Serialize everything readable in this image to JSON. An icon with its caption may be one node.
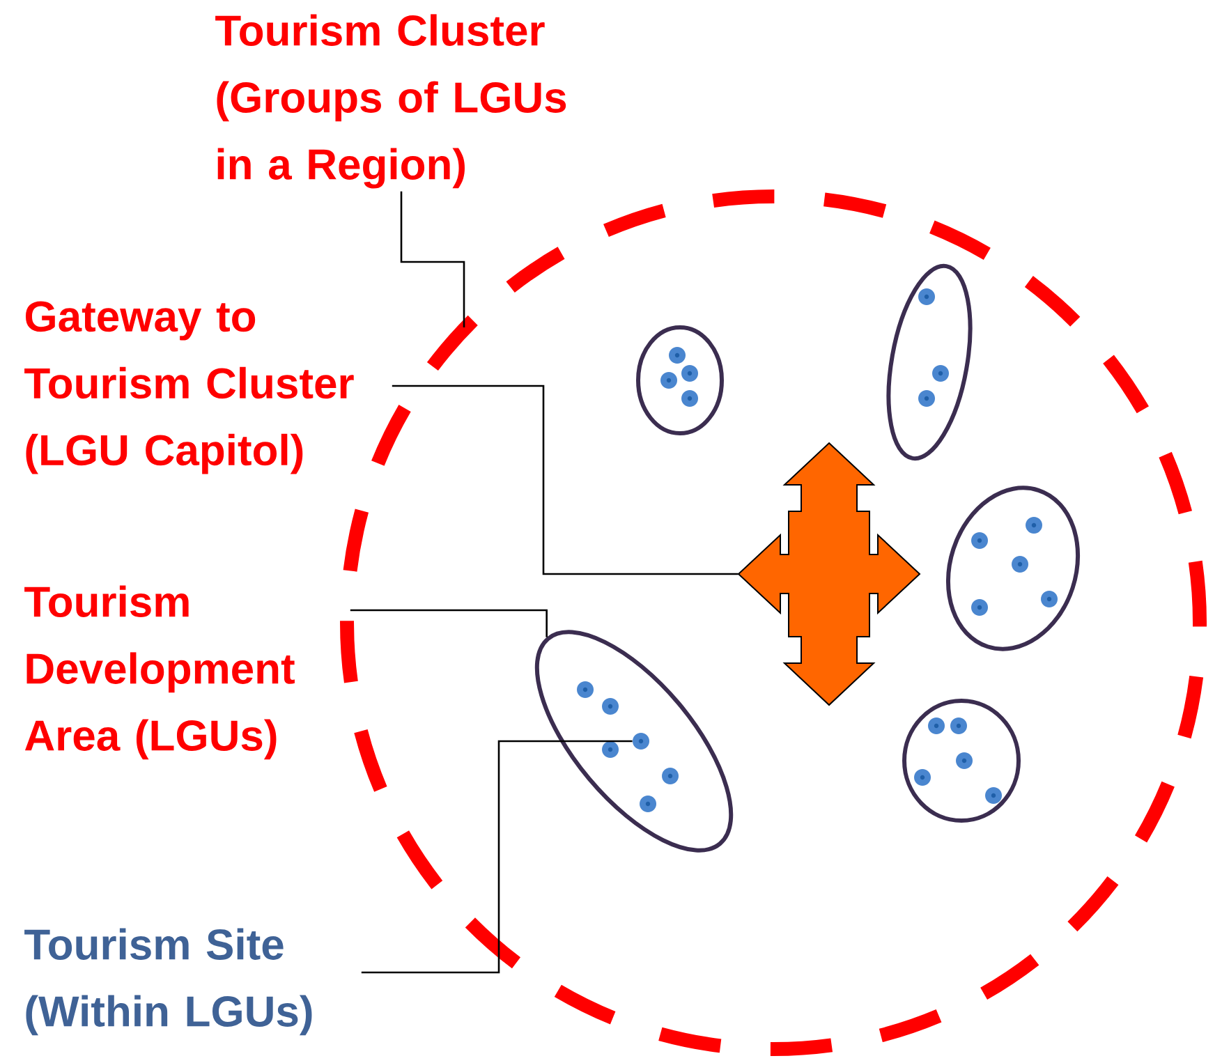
{
  "diagram": {
    "nodes": [
      {
        "text": [
          "Tourism Cluster (Groups of LGUs in a Region)"
        ]
      },
      {
        "text": [
          "Gateway to Tourism Cluster (LGU Capitol)"
        ]
      },
      {
        "text": [
          "Tourism Development Area (LGUs)"
        ]
      },
      {
        "text": [
          "Tourism Site (Within LGUs)"
        ]
      },
      {
        "text": [],
        "shape": "circle"
      },
      {
        "text": [],
        "shape": "cross",
        "in": 4
      },
      {
        "text": [],
        "shape": "ellipse",
        "in": 4
      },
      {
        "text": [],
        "shape": "ellipse",
        "in": 4
      },
      {
        "text": [],
        "shape": "ellipse",
        "in": 4
      },
      {
        "text": [],
        "shape": "ellipse",
        "in": 4
      },
      {
        "text": [],
        "shape": "ellipse",
        "in": 4
      },
      {
        "text": [],
        "shape": "circle",
        "in": 6
      },
      {
        "text": [],
        "shape": "circle",
        "in": 6
      },
      {
        "text": [],
        "shape": "circle",
        "in": 6
      },
      {
        "text": [],
        "shape": "circle",
        "in": 6
      },
      {
        "text": [],
        "shape": "circle",
        "in": 6
      },
      {
        "text": [],
        "shape": "circle",
        "in": 6
      },
      {
        "text": [],
        "shape": "circle",
        "in": 7
      },
      {
        "text": [],
        "shape": "circle",
        "in": 7
      },
      {
        "text": [],
        "shape": "circle",
        "in": 7
      },
      {
        "text": [],
        "shape": "circle",
        "in": 7
      },
      {
        "text": [],
        "shape": "circle",
        "in": 8
      },
      {
        "text": [],
        "shape": "circle",
        "in": 8
      },
      {
        "text": [],
        "shape": "circle",
        "in": 8
      },
      {
        "text": [],
        "shape": "circle",
        "in": 9
      },
      {
        "text": [],
        "shape": "circle",
        "in": 9
      },
      {
        "text": [],
        "shape": "circle",
        "in": 9
      },
      {
        "text": [],
        "shape": "circle",
        "in": 9
      },
      {
        "text": [],
        "shape": "circle",
        "in": 9
      },
      {
        "text": [],
        "shape": "circle",
        "in": 10
      },
      {
        "text": [],
        "shape": "circle",
        "in": 10
      },
      {
        "text": [],
        "shape": "circle",
        "in": 10
      },
      {
        "text": [],
        "shape": "circle",
        "in": 10
      },
      {
        "text": [],
        "shape": "circle",
        "in": 10
      }
    ],
    "edges": [
      {
        "from": 0,
        "to": 4,
        "arrow": "none"
      },
      {
        "from": 1,
        "to": 5,
        "arrow": "none"
      },
      {
        "from": 2,
        "to": 6,
        "arrow": "none"
      },
      {
        "from": 3,
        "to": 14,
        "arrow": "none"
      }
    ]
  }
}
